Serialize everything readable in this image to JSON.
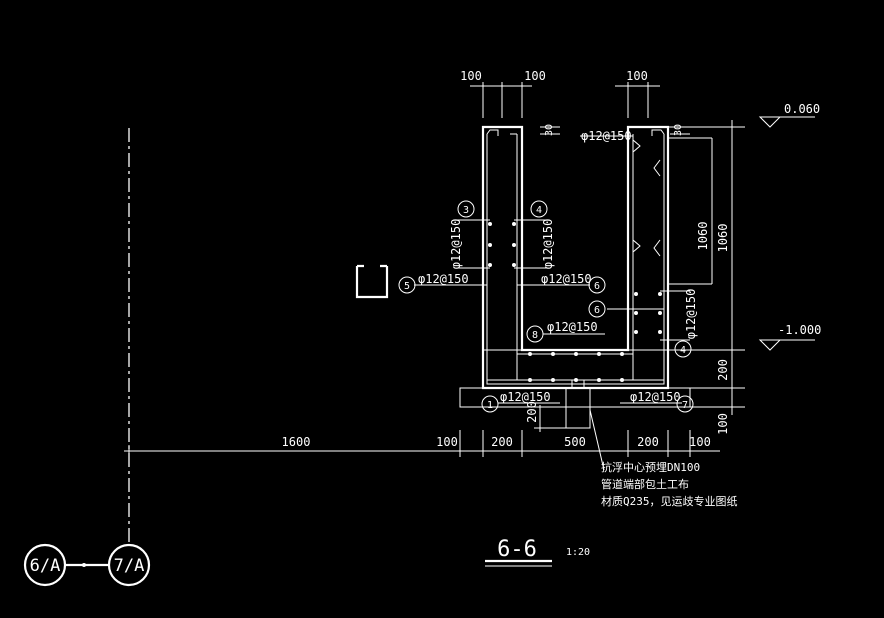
{
  "drawing": {
    "title": "6-6",
    "scale": "1:20",
    "dims_top": [
      "100",
      "100",
      "100"
    ],
    "dims_bottom": [
      "1600",
      "100",
      "200",
      "500",
      "200",
      "100"
    ],
    "dims_right": {
      "upper": "1060",
      "lower": "200",
      "footing": "100",
      "sump": "200"
    },
    "dims_small": {
      "top_left": "30",
      "top_right": "30"
    },
    "elevations": {
      "top": "0.060",
      "bottom": "-1.000"
    },
    "rebar": {
      "top": "φ12@150",
      "left_vertical_3": "φ12@150",
      "right_vertical_4": "φ12@150",
      "left_5": "φ12@150",
      "mid_6": "φ12@150",
      "right_vertical_4b": "φ12@150",
      "bottom_8": "φ12@150",
      "bottom_1": "φ12@150",
      "bottom_7": "φ12@150"
    },
    "marks": [
      "1",
      "3",
      "4",
      "4",
      "5",
      "6",
      "6",
      "7",
      "8"
    ],
    "notes": [
      "抗浮中心预埋DN100",
      "管道端部包土工布",
      "材质Q235，见运歧专业图纸"
    ],
    "axes": [
      "6/A",
      "7/A"
    ]
  }
}
